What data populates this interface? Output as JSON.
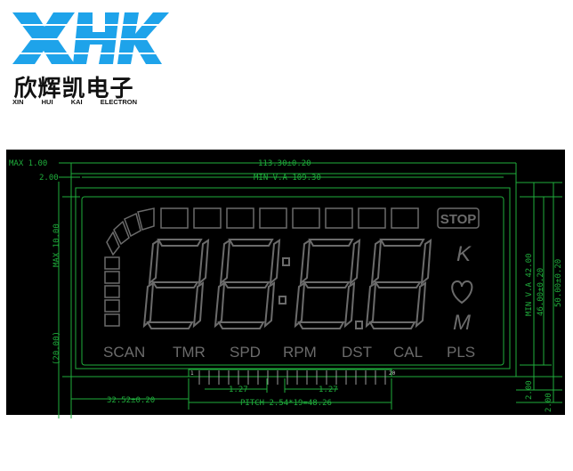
{
  "brand": {
    "logo_letters": "XHK",
    "name_cn": "欣辉凯电子",
    "name_en": [
      "XIN",
      "HUI",
      "KAI",
      "ELECTRON"
    ],
    "logo_color": "#1ea3ea"
  },
  "drawing": {
    "background": "#000000",
    "line_color": "#1fae3c",
    "segment_color": "#6b6b6b",
    "dimensions": {
      "max_10": "MAX 1.00",
      "width_total": "113.30±0.20",
      "inset_left": "2.00",
      "min_va_width": "MIN V.A 109.30",
      "max_height": "MAX 10.00",
      "height_20": "(20.00)",
      "min_va_height": "MIN V.A 42.00",
      "height_46": "46.00±0.20",
      "height_50": "50.00±0.20",
      "pin_offset": "32.52±0.20",
      "pin_pitch_a": "1.27",
      "pin_pitch_b": "1.27",
      "pitch": "PITCH 2.54*19=48.26",
      "bottom_gap_a": "2.00",
      "bottom_gap_b": "2.00"
    },
    "pin_labels": [
      "1",
      "20"
    ],
    "lcd": {
      "stop_label": "STOP",
      "k_label": "K",
      "m_label": "M",
      "mode_labels": [
        "SCAN",
        "TMR",
        "SPD",
        "RPM",
        "DST",
        "CAL",
        "PLS"
      ]
    }
  }
}
